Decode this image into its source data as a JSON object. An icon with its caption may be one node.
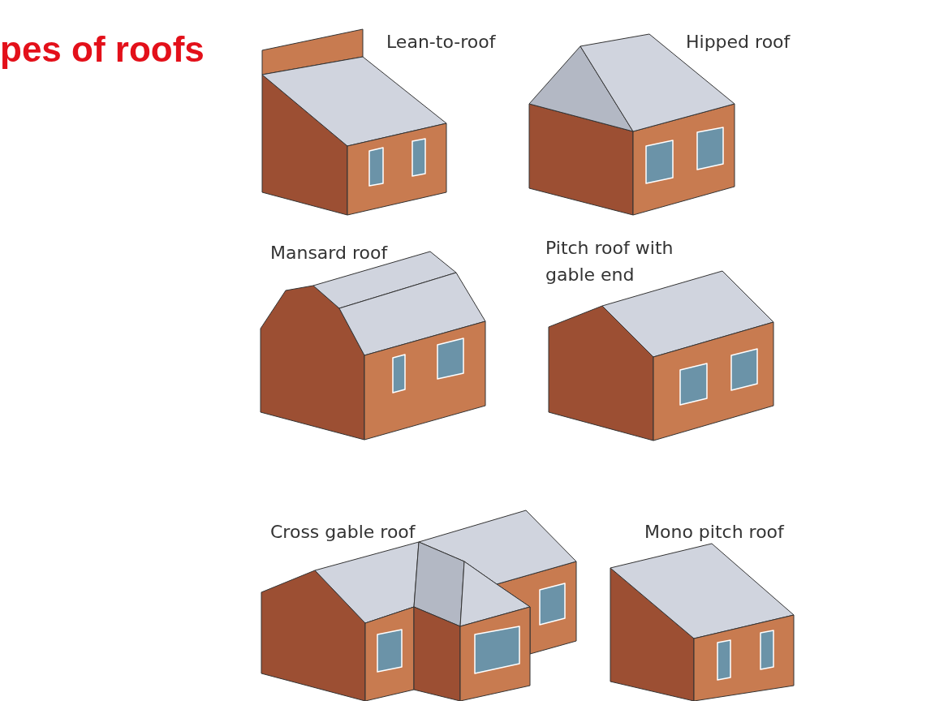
{
  "diagram": {
    "title": "pes of roofs",
    "labels": [
      "Lean-to-roof",
      "Hipped roof",
      "Mansard roof",
      "Pitch roof with gable end",
      "Cross gable roof",
      "Mono pitch roof"
    ]
  }
}
